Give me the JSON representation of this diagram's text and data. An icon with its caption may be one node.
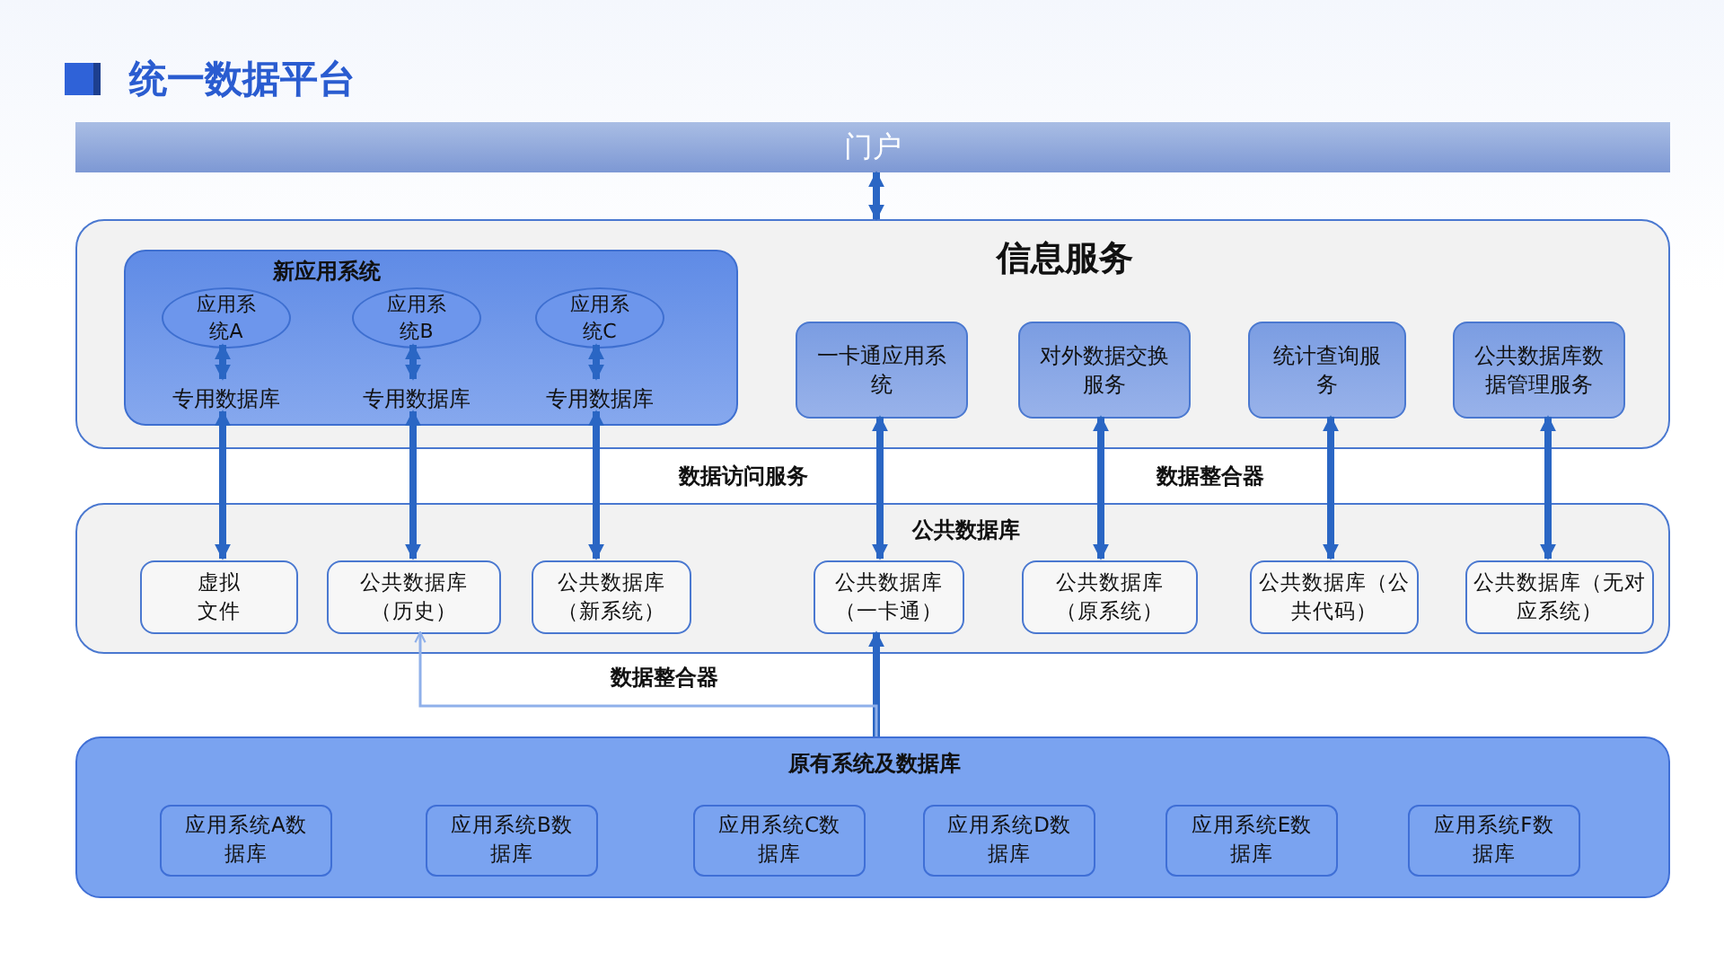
{
  "diagram": {
    "title": "统一数据平台",
    "nodes": [
      {
        "text": [
          "门户"
        ]
      },
      {
        "text": [
          "信息服务"
        ]
      },
      {
        "text": [
          "新应用系统"
        ],
        "in": 1
      },
      {
        "text": [
          "应用系统A"
        ],
        "in": 2
      },
      {
        "text": [
          "应用系统B"
        ],
        "in": 2
      },
      {
        "text": [
          "应用系统C"
        ],
        "in": 2
      },
      {
        "text": [
          "专用数据库"
        ],
        "in": 2
      },
      {
        "text": [
          "专用数据库"
        ],
        "in": 2
      },
      {
        "text": [
          "专用数据库"
        ],
        "in": 2
      },
      {
        "text": [
          "一卡通应用系统"
        ],
        "in": 1
      },
      {
        "text": [
          "对外数据交换服务"
        ],
        "in": 1
      },
      {
        "text": [
          "统计查询服务"
        ],
        "in": 1
      },
      {
        "text": [
          "公共数据库数据管理服务"
        ],
        "in": 1
      },
      {
        "text": [
          "公共数据库"
        ]
      },
      {
        "text": [
          "虚拟文件"
        ],
        "in": 13
      },
      {
        "text": [
          "公共数据库（历史）"
        ],
        "in": 13
      },
      {
        "text": [
          "公共数据库（新系统）"
        ],
        "in": 13
      },
      {
        "text": [
          "公共数据库（一卡通）"
        ],
        "in": 13
      },
      {
        "text": [
          "公共数据库（原系统）"
        ],
        "in": 13
      },
      {
        "text": [
          "公共数据库（公共代码）"
        ],
        "in": 13
      },
      {
        "text": [
          "公共数据库（无对应系统）"
        ],
        "in": 13
      },
      {
        "text": [
          "原有系统及数据库"
        ]
      },
      {
        "text": [
          "应用系统A数据库"
        ],
        "in": 21
      },
      {
        "text": [
          "应用系统B数据库"
        ],
        "in": 21
      },
      {
        "text": [
          "应用系统C数据库"
        ],
        "in": 21
      },
      {
        "text": [
          "应用系统D数据库"
        ],
        "in": 21
      },
      {
        "text": [
          "应用系统E数据库"
        ],
        "in": 21
      },
      {
        "text": [
          "应用系统F数据库"
        ],
        "in": 21
      }
    ],
    "edges": [
      {
        "from": 0,
        "to": 1,
        "arrow": "both"
      },
      {
        "from": 3,
        "to": 6,
        "arrow": "both"
      },
      {
        "from": 4,
        "to": 7,
        "arrow": "both"
      },
      {
        "from": 5,
        "to": 8,
        "arrow": "both"
      },
      {
        "from": 6,
        "to": 14,
        "arrow": "both"
      },
      {
        "from": 7,
        "to": 15,
        "arrow": "both"
      },
      {
        "from": 8,
        "to": 16,
        "arrow": "both"
      },
      {
        "from": 9,
        "to": 17,
        "arrow": "both"
      },
      {
        "from": 10,
        "to": 18,
        "arrow": "both"
      },
      {
        "from": 11,
        "to": 19,
        "arrow": "both"
      },
      {
        "from": 12,
        "to": 20,
        "arrow": "both"
      },
      {
        "from": 21,
        "to": 17,
        "arrow": "to"
      },
      {
        "from": 21,
        "to": 15,
        "arrow": "to",
        "color": "#8fb0ea"
      }
    ],
    "labels": [
      "数据访问服务",
      "数据整合器",
      "数据整合器"
    ]
  }
}
